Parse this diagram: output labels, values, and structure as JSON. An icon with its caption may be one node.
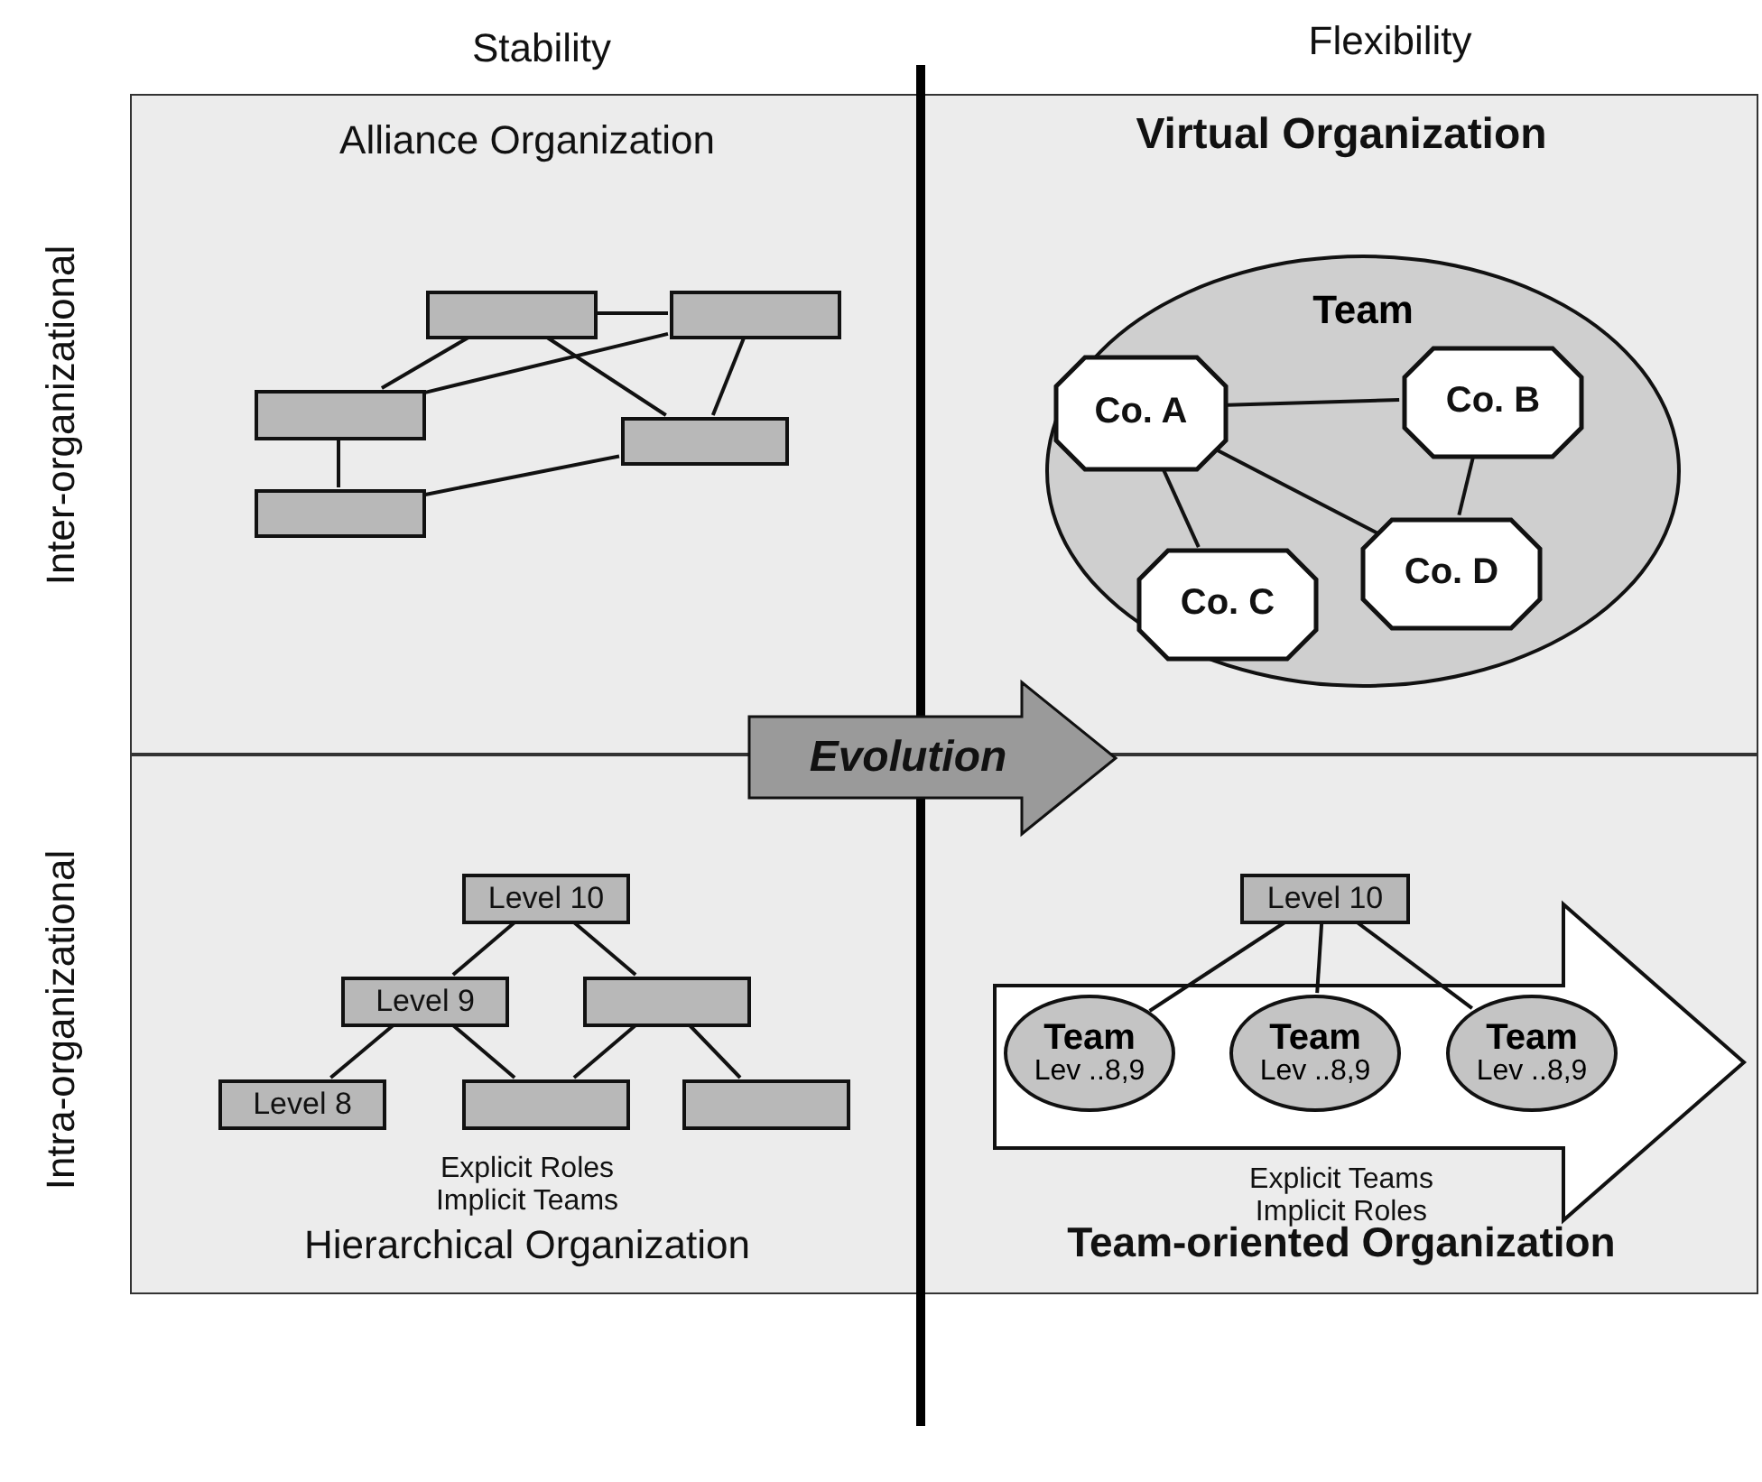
{
  "diagram": {
    "nodes": [
      {
        "text": [
          "Alliance Organization"
        ]
      },
      {
        "text": [
          "Virtual Organization"
        ]
      },
      {
        "text": [
          "Explicit Roles Implicit Teams",
          "Hierarchical Organization"
        ]
      },
      {
        "text": [
          "Explicit Teams Implicit Roles",
          "Team-oriented Organization"
        ]
      },
      {
        "text": [],
        "shape": "box",
        "in": 0
      },
      {
        "text": [],
        "shape": "box",
        "in": 0
      },
      {
        "text": [],
        "shape": "box",
        "in": 0
      },
      {
        "text": [],
        "shape": "box",
        "in": 0
      },
      {
        "text": [],
        "shape": "box",
        "in": 0
      },
      {
        "text": [
          "Team"
        ],
        "in": 1
      },
      {
        "text": [
          "Co. A"
        ],
        "in": 9
      },
      {
        "text": [
          "Co. B"
        ],
        "in": 9
      },
      {
        "text": [
          "Co. C"
        ],
        "in": 9
      },
      {
        "text": [
          "Co. D"
        ],
        "in": 9
      },
      {
        "text": [
          "Level 10"
        ],
        "in": 2
      },
      {
        "text": [
          "Level 9"
        ],
        "in": 2
      },
      {
        "text": [],
        "shape": "box",
        "in": 2
      },
      {
        "text": [
          "Level 8"
        ],
        "in": 2
      },
      {
        "text": [],
        "shape": "box",
        "in": 2
      },
      {
        "text": [],
        "shape": "box",
        "in": 2
      },
      {
        "text": [],
        "shape": "arrow",
        "in": 3
      },
      {
        "text": [
          "Level 10"
        ],
        "in": 3
      },
      {
        "text": [
          "Team",
          "Lev ..8,9"
        ],
        "in": 20
      },
      {
        "text": [
          "Team",
          "Lev ..8,9"
        ],
        "in": 20
      },
      {
        "text": [
          "Team",
          "Lev ..8,9"
        ],
        "in": 20
      },
      {
        "text": [
          "Evolution"
        ]
      }
    ],
    "edges": [
      {
        "from": 4,
        "to": 5,
        "arrow": "none"
      },
      {
        "from": 4,
        "to": 6,
        "arrow": "none"
      },
      {
        "from": 4,
        "to": 7,
        "arrow": "none"
      },
      {
        "from": 5,
        "to": 6,
        "arrow": "none"
      },
      {
        "from": 5,
        "to": 7,
        "arrow": "none"
      },
      {
        "from": 6,
        "to": 8,
        "arrow": "none"
      },
      {
        "from": 8,
        "to": 7,
        "arrow": "none"
      },
      {
        "from": 10,
        "to": 11,
        "arrow": "none"
      },
      {
        "from": 10,
        "to": 12,
        "arrow": "none"
      },
      {
        "from": 10,
        "to": 13,
        "arrow": "none"
      },
      {
        "from": 11,
        "to": 13,
        "arrow": "none"
      },
      {
        "from": 14,
        "to": 15,
        "arrow": "none"
      },
      {
        "from": 14,
        "to": 16,
        "arrow": "none"
      },
      {
        "from": 15,
        "to": 17,
        "arrow": "none"
      },
      {
        "from": 15,
        "to": 18,
        "arrow": "none"
      },
      {
        "from": 16,
        "to": 18,
        "arrow": "none"
      },
      {
        "from": 16,
        "to": 19,
        "arrow": "none"
      },
      {
        "from": 21,
        "to": 22,
        "arrow": "none"
      },
      {
        "from": 21,
        "to": 23,
        "arrow": "none"
      },
      {
        "from": 21,
        "to": 24,
        "arrow": "none"
      }
    ],
    "labels": [
      "Stability",
      "Flexibility",
      "Inter-organizational",
      "Intra-organizational"
    ]
  }
}
